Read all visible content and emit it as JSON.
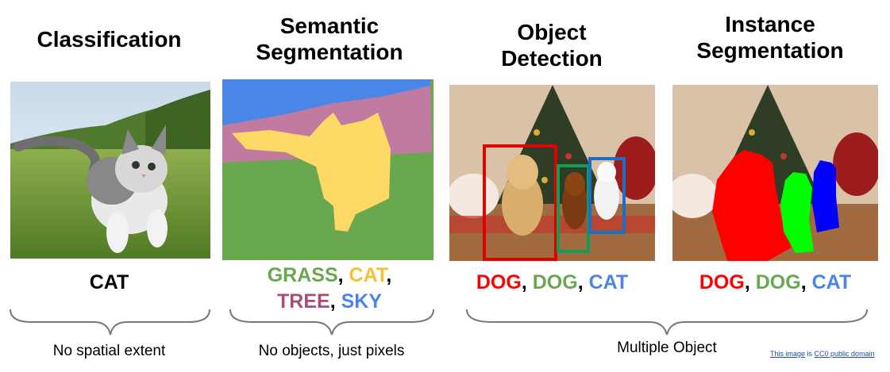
{
  "titles": {
    "classification": "Classification",
    "semantic": "Semantic\nSegmentation",
    "detection": "Object\nDetection",
    "instance": "Instance\nSegmentation"
  },
  "labels": {
    "classification": [
      {
        "text": "CAT",
        "color": "#000000"
      }
    ],
    "semantic_line1": [
      {
        "text": "GRASS",
        "color": "#6aa84f"
      },
      {
        "text": ", ",
        "color": "#000000"
      },
      {
        "text": "CAT",
        "color": "#f1c232"
      },
      {
        "text": ",",
        "color": "#000000"
      }
    ],
    "semantic_line2": [
      {
        "text": "TREE",
        "color": "#a64d79"
      },
      {
        "text": ", ",
        "color": "#000000"
      },
      {
        "text": "SKY",
        "color": "#4a86e8"
      }
    ],
    "detection": [
      {
        "text": "DOG",
        "color": "#ff0000"
      },
      {
        "text": ", ",
        "color": "#000000"
      },
      {
        "text": "DOG",
        "color": "#6aa84f"
      },
      {
        "text": ", ",
        "color": "#000000"
      },
      {
        "text": "CAT",
        "color": "#4a86e8"
      }
    ],
    "instance": [
      {
        "text": "DOG",
        "color": "#ff0000"
      },
      {
        "text": ", ",
        "color": "#000000"
      },
      {
        "text": "DOG",
        "color": "#6aa84f"
      },
      {
        "text": ", ",
        "color": "#000000"
      },
      {
        "text": "CAT",
        "color": "#4a86e8"
      }
    ]
  },
  "captions": {
    "classification": "No spatial extent",
    "semantic": "No objects, just pixels",
    "multiple": "Multiple Object"
  },
  "credit": {
    "link1": "This image",
    "middle": " is ",
    "link2": "CC0 public domain"
  },
  "colors": {
    "sky": "#4a86e8",
    "tree": "#c27ba0",
    "grass": "#6aa84f",
    "cat": "#ffd966",
    "dog1": "#ff0000",
    "dog2": "#00ff00",
    "cat_instance": "#0000ff",
    "box_dog1": "#e00000",
    "box_dog2": "#0f9d58",
    "box_cat": "#1c6fc8",
    "brace": "#777777"
  }
}
